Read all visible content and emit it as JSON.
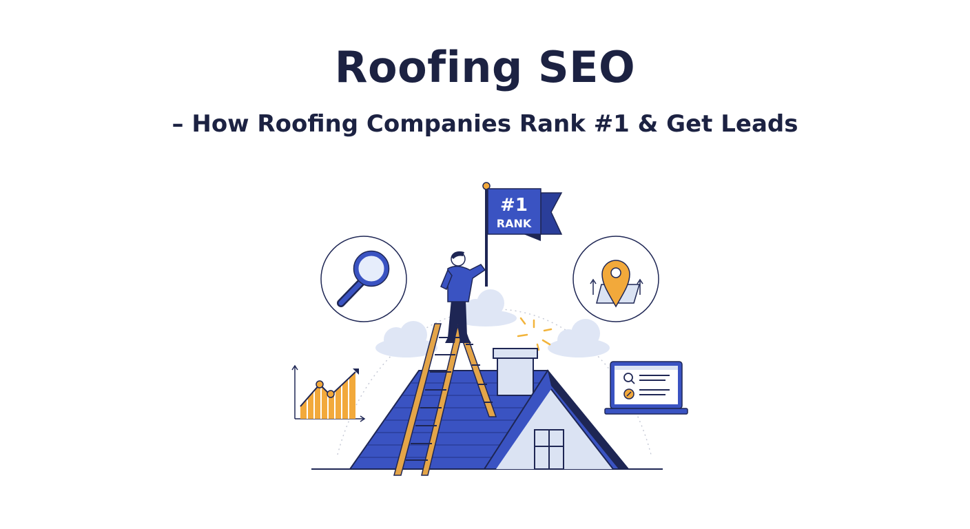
{
  "header": {
    "title": "Roofing SEO",
    "subtitle": "– How Roofing Companies Rank #1 & Get Leads"
  },
  "flag": {
    "line1": "#1",
    "line2": "RANK"
  },
  "icons": {
    "search": "magnifying-glass-icon",
    "location": "map-pin-icon",
    "growth": "bar-chart-growth-icon",
    "laptop": "laptop-seo-icon"
  },
  "colors": {
    "title": "#1c2242",
    "roof_blue": "#3a53c2",
    "navy": "#1e2654",
    "accent_orange": "#f2a93b",
    "ladder": "#e4a548",
    "cloud": "#dfe6f5",
    "wall": "#dbe3f3"
  }
}
